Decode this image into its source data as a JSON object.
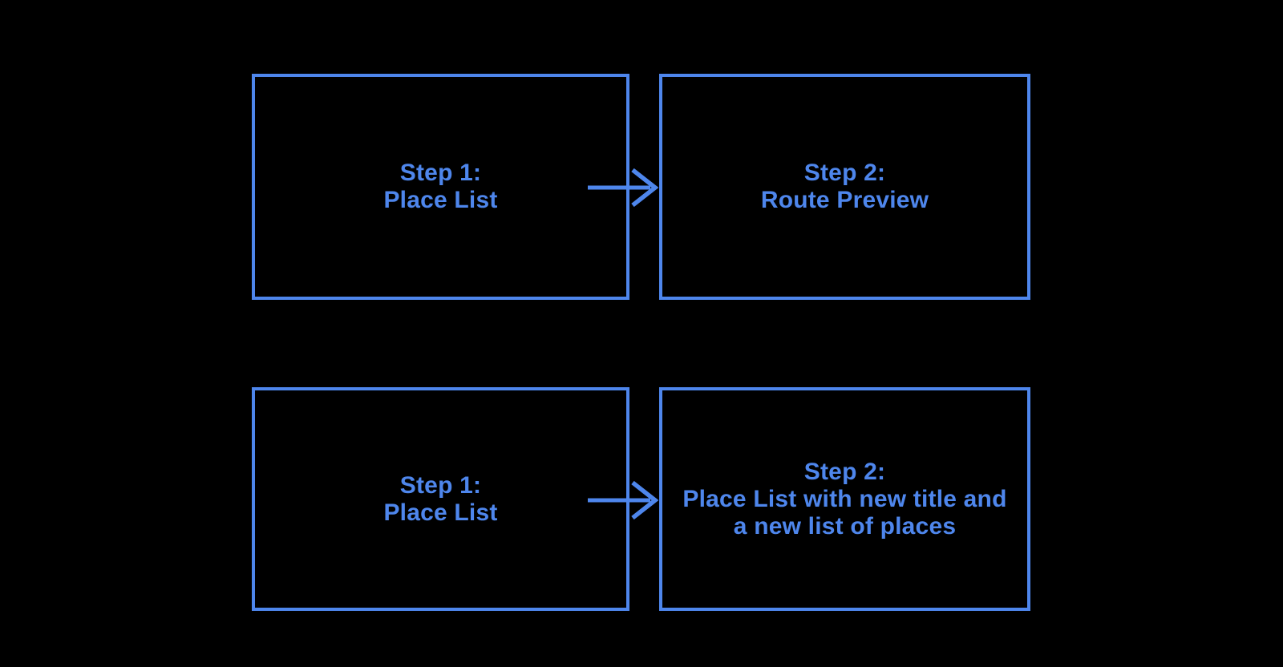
{
  "colors": {
    "background": "#000000",
    "accent": "#4e86ec"
  },
  "diagram": {
    "boxes": [
      {
        "name": "step1-place-list-top",
        "lines": [
          "Step 1:",
          "Place List"
        ]
      },
      {
        "name": "step2-route-preview",
        "lines": [
          "Step 2:",
          "Route Preview"
        ]
      },
      {
        "name": "step1-place-list-bottom",
        "lines": [
          "Step 1:",
          "Place List"
        ]
      },
      {
        "name": "step2-place-list-updated",
        "lines": [
          "Step 2:",
          "Place List with new title and",
          "a new list of places"
        ]
      }
    ],
    "arrows": [
      {
        "name": "arrow-top",
        "direction": "right"
      },
      {
        "name": "arrow-bottom",
        "direction": "right"
      }
    ]
  }
}
